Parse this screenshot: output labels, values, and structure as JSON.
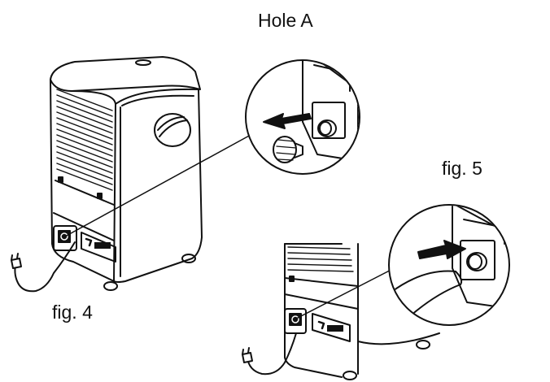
{
  "labels": {
    "hole_a": "Hole A",
    "fig4": "fig. 4",
    "fig5": "fig. 5"
  },
  "colors": {
    "ink": "#111111",
    "background": "#ffffff"
  }
}
